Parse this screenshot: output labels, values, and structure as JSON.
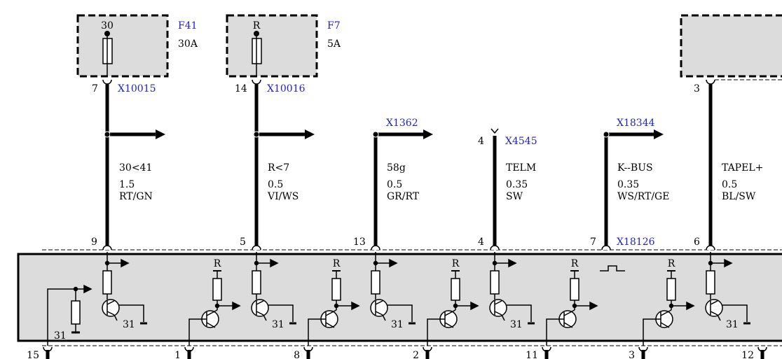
{
  "fuses": [
    {
      "terminal": "30",
      "id": "F41",
      "rating": "30A",
      "pin": "7",
      "connector": "X10015"
    },
    {
      "terminal": "R",
      "id": "F7",
      "rating": "5A",
      "pin": "14",
      "connector": "X10016"
    }
  ],
  "wires": [
    {
      "signal": "30<41",
      "size": "1.5",
      "color": "RT/GN",
      "bottom_pin": "9"
    },
    {
      "signal": "R<7",
      "size": "0.5",
      "color": "VI/WS",
      "bottom_pin": "5"
    },
    {
      "signal": "58g",
      "size": "0.5",
      "color": "GR/RT",
      "bottom_pin": "13",
      "top_connector": "X1362"
    },
    {
      "signal": "TELM",
      "size": "0.35",
      "color": "SW",
      "bottom_pin": "4",
      "top_pin": "4",
      "top_connector": "X4545"
    },
    {
      "signal": "K--BUS",
      "size": "0.35",
      "color": "WS/RT/GE",
      "bottom_pin": "7",
      "top_connector": "X18344",
      "bottom_connector": "X18126"
    },
    {
      "signal": "TAPEL+",
      "size": "0.5",
      "color": "BL/SW",
      "bottom_pin": "6",
      "top_pin": "3"
    }
  ],
  "module": {
    "resistor_label": "R",
    "ground_label": "31",
    "lower_pins": [
      "15",
      "1",
      "8",
      "2",
      "11",
      "3",
      "12"
    ]
  }
}
